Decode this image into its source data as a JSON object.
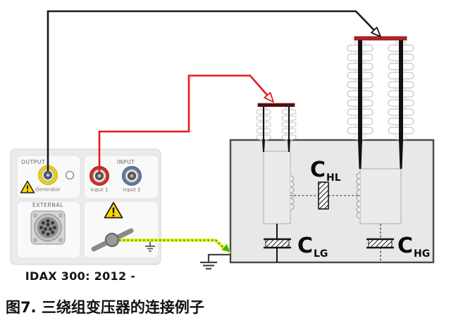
{
  "caption": {
    "text": "图7. 三绕组变压器的连接例子"
  },
  "device": {
    "model_label": "IDAX 300: 2012 -",
    "output_section": {
      "label": "OUTPUT",
      "generator_label": "Generator"
    },
    "input_section": {
      "label": "INPUT",
      "input1_label": "Input 1",
      "input2_label": "Input 2"
    },
    "external_section": {
      "label": "EXTERNAL"
    }
  },
  "transformer": {
    "capacitors": {
      "hl": {
        "symbol": "C",
        "subscript": "HL"
      },
      "lg": {
        "symbol": "C",
        "subscript": "LG"
      },
      "hg": {
        "symbol": "C",
        "subscript": "HG"
      }
    }
  },
  "icons": {
    "warning": "warning-triangle",
    "earth": "earth-ground-symbol",
    "ground_lever": "ground-terminal-lever",
    "external_connector": "multi-pin-connector"
  },
  "colors": {
    "output_cable": "#1a1a1a",
    "input_cable": "#e8191c",
    "ground_link_green": "#2eb82e",
    "ground_link_yellow": "#f0ec00",
    "generator_connector": "#f2cf00",
    "input1_connector": "#d62a24",
    "input2_connector": "#64779e",
    "warning_yellow": "#ffd800",
    "tank_fill": "#e8e8e8",
    "tank_border": "#4a4a4a",
    "hv_short_bar": "#b72025",
    "lv_short_bar": "#4a1010"
  }
}
